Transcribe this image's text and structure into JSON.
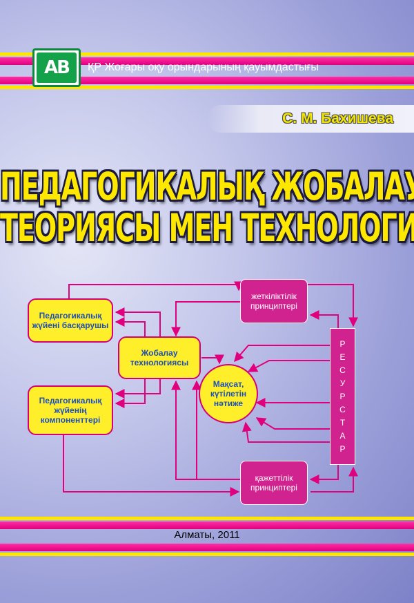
{
  "publisher": {
    "logo_text": "AB",
    "name": "ҚР Жоғары оқу орындарының қауымдастығы"
  },
  "author": "С. М. Бахишева",
  "title": {
    "line1": "ПЕДАГОГИКАЛЫҚ ЖОБАЛАУ:",
    "line2": "ТЕОРИЯСЫ МЕН ТЕХНОЛОГИЯСЫ"
  },
  "diagram": {
    "system_management": "Педагогикалық жүйені басқарушы",
    "system_components": "Педагогикалық жүйенің компоненттері",
    "design_technology": "Жобалау технологиясы",
    "goal_result": "Мақсат, күтілетін нәтиже",
    "sufficiency_principles": "жеткіліктілік принциптері",
    "necessity_principles": "қажеттілік принциптері",
    "resources": [
      "Р",
      "Е",
      "С",
      "У",
      "Р",
      "С",
      "Т",
      "А",
      "Р"
    ]
  },
  "city_year": "Алматы, 2011",
  "colors": {
    "pink": "#e0007e",
    "yellow": "#ffe600",
    "title_yellow": "#ffe800",
    "node_text": "#1d4fb8",
    "green": "#13a14a"
  }
}
